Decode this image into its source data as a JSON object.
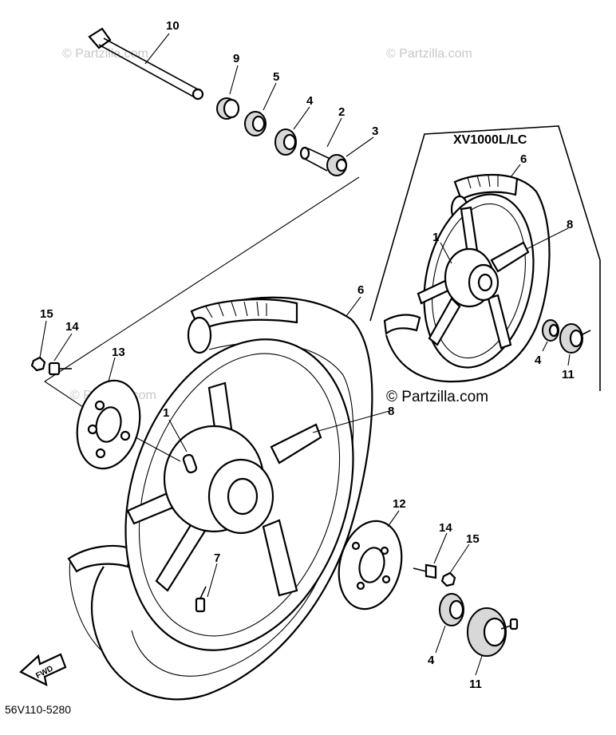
{
  "diagram": {
    "code": "56V110-5280",
    "inset_title": "XV1000L/LC",
    "watermarks": [
      "© Partzilla.com",
      "© Partzilla.com",
      "© Partzilla.com",
      "© Partzilla.com"
    ],
    "fwd": "FWD",
    "callouts": {
      "c10": "10",
      "c9": "9",
      "c5": "5",
      "c4a": "4",
      "c2": "2",
      "c3": "3",
      "c6": "6",
      "c8": "8",
      "c1": "1",
      "c15a": "15",
      "c14a": "14",
      "c13": "13",
      "c7": "7",
      "c12": "12",
      "c14b": "14",
      "c15b": "15",
      "c4b": "4",
      "c11b": "11",
      "i6": "6",
      "i8": "8",
      "i1": "1",
      "i4": "4",
      "i11": "11"
    }
  }
}
